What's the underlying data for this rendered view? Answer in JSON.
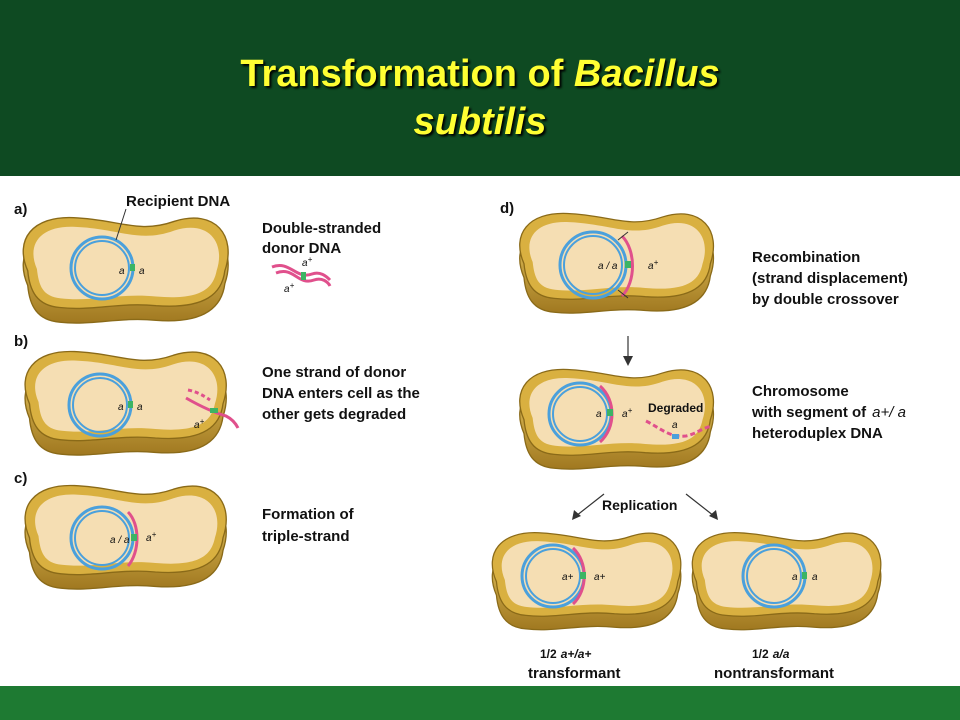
{
  "slide": {
    "title_prefix": "Transformation of ",
    "title_italic_1": "Bacillus",
    "title_italic_2": "subtilis"
  },
  "panels": {
    "a": {
      "letter": "a)",
      "callout": "Recipient DNA",
      "caption": [
        "Double-stranded",
        "donor DNA"
      ],
      "genes": {
        "left": "a",
        "right": "a",
        "donor_top": "a",
        "donor_bottom": "a"
      }
    },
    "b": {
      "letter": "b)",
      "caption": [
        "One strand of donor",
        "DNA enters cell as the",
        "other gets degraded"
      ],
      "genes": {
        "left": "a",
        "right": "a",
        "donor": "a"
      }
    },
    "c": {
      "letter": "c)",
      "caption": [
        "Formation of",
        "triple-strand"
      ],
      "genes": {
        "pair": "a / a",
        "donor": "a"
      }
    },
    "d": {
      "letter": "d)",
      "caption_top": [
        "Recombination",
        "(strand displacement)",
        "by double crossover"
      ],
      "genes_top": {
        "pair": "a / a",
        "donor": "a"
      },
      "caption_mid_lines": [
        "Chromosome",
        "with segment of",
        "heteroduplex DNA"
      ],
      "caption_mid_genes": "a+/ a",
      "genes_mid": {
        "left": "a",
        "right": "a",
        "degraded_label": "Degraded",
        "degraded_gene": "a"
      },
      "replication_label": "Replication",
      "left_cell": {
        "genes": "a+",
        "genes2": "a+",
        "fraction": "1/2",
        "genotype": "a+/a+",
        "result": "transformant"
      },
      "right_cell": {
        "genes_left": "a",
        "genes_right": "a",
        "fraction": "1/2",
        "genotype": "a/a",
        "result": "nontransformant"
      }
    },
    "superscript": "+"
  },
  "colors": {
    "header": "#0e4a22",
    "title": "#ffff33",
    "footer": "#1e7a32",
    "cell_fill": "#f5deb3",
    "cell_wall": "#c8a032",
    "chromosome": "#4aa0dc",
    "donor": "#e0508c",
    "gene_mark": "#3cb464"
  }
}
